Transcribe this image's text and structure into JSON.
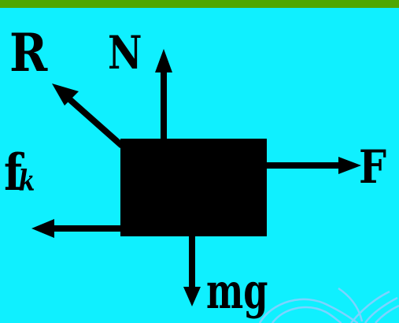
{
  "diagram": {
    "labels": {
      "reaction": "R",
      "normal": "N",
      "applied": "F",
      "friction_base": "f",
      "friction_sub": "k",
      "weight": "mg"
    },
    "colors": {
      "background": "#0ff0ff",
      "top_strip": "#4ea700",
      "ink": "#000000",
      "swirl": "#9fd6ff"
    },
    "swirl_icon": "decorative-swirl-icon"
  }
}
